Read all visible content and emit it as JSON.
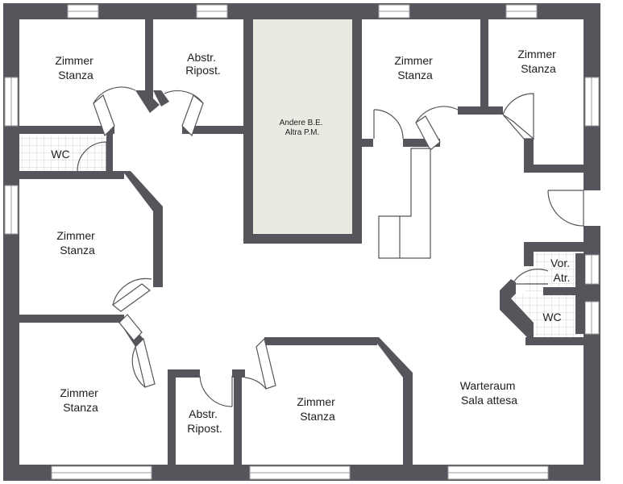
{
  "colors": {
    "wall": "#54565b",
    "floor": "#ffffff",
    "shaft_fill": "#e9ebe3",
    "tile_line": "#d4d4d4",
    "text": "#1e1e1e"
  },
  "rooms": [
    {
      "id": "zimmer-1",
      "line1": "Zimmer",
      "line2": "Stanza"
    },
    {
      "id": "abstr-1",
      "line1": "Abstr.",
      "line2": "Ripost."
    },
    {
      "id": "shaft",
      "line1": "Andere B.E.",
      "line2": "Altra P.M."
    },
    {
      "id": "zimmer-2",
      "line1": "Zimmer",
      "line2": "Stanza"
    },
    {
      "id": "zimmer-3",
      "line1": "Zimmer",
      "line2": "Stanza"
    },
    {
      "id": "wc-1",
      "line1": "WC"
    },
    {
      "id": "zimmer-4",
      "line1": "Zimmer",
      "line2": "Stanza"
    },
    {
      "id": "vor",
      "line1": "Vor.",
      "line2": "Atr."
    },
    {
      "id": "wc-2",
      "line1": "WC"
    },
    {
      "id": "zimmer-5",
      "line1": "Zimmer",
      "line2": "Stanza"
    },
    {
      "id": "abstr-2",
      "line1": "Abstr.",
      "line2": "Ripost."
    },
    {
      "id": "zimmer-6",
      "line1": "Zimmer",
      "line2": "Stanza"
    },
    {
      "id": "warteraum",
      "line1": "Warteraum",
      "line2": "Sala attesa"
    }
  ]
}
